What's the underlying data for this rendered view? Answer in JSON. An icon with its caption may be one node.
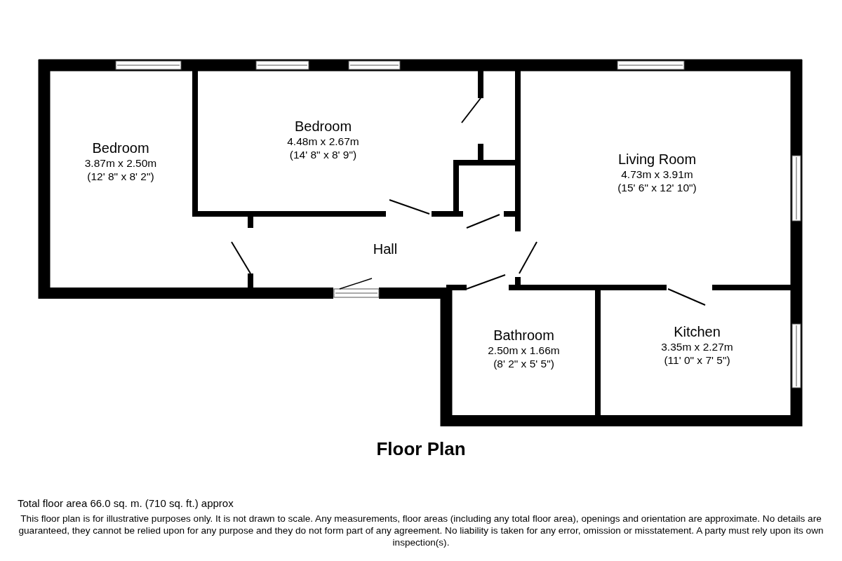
{
  "diagram": {
    "title": "Floor Plan",
    "nodes": [
      {
        "text": [
          "Bedroom",
          "3.87m x 2.50m",
          "(12' 8\" x 8' 2\")"
        ]
      },
      {
        "text": [
          "Bedroom",
          "4.48m x 2.67m",
          "(14' 8\" x 8' 9\")"
        ]
      },
      {
        "text": [
          "Living Room",
          "4.73m x 3.91m",
          "(15' 6\" x 12' 10\")"
        ]
      },
      {
        "text": [
          "Hall"
        ]
      },
      {
        "text": [
          "Bathroom",
          "2.50m x 1.66m",
          "(8' 2\" x 5' 5\")"
        ]
      },
      {
        "text": [
          "Kitchen",
          "3.35m x 2.27m",
          "(11' 0\" x 7' 5\")"
        ]
      }
    ],
    "edges": [],
    "labels": [
      "Total floor area 66.0 sq. m. (710 sq. ft.) approx",
      "This floor plan is for illustrative purposes only. It is not drawn to scale. Any measurements, floor areas (including any total floor area), openings and orientation are approximate. No details are guaranteed, they cannot be relied upon for any purpose and they do not form part of any agreement. No liability is taken for any error, omission or misstatement. A party must rely upon its own inspection(s)."
    ]
  }
}
